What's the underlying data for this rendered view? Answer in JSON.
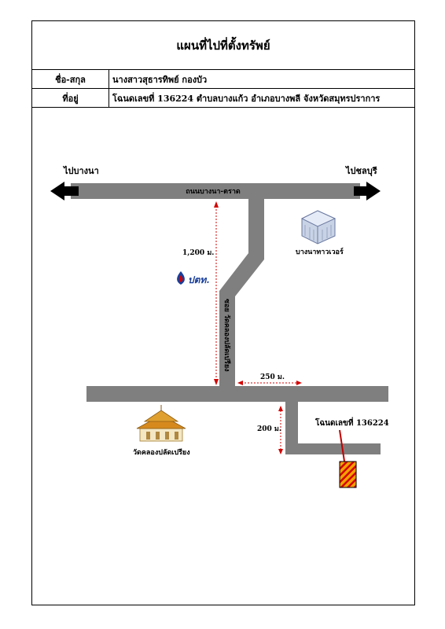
{
  "header": {
    "title": "แผนที่ไปที่ตั้งทรัพย์",
    "name_label": "ชื่อ-สกุล",
    "name_value": "นางสาวสุธารทิพย์ กองบัว",
    "address_label": "ที่อยู่",
    "address_value": "โฉนดเลขที่ 136224 ตำบลบางแก้ว อำเภอบางพลี จังหวัดสมุทรปราการ"
  },
  "map": {
    "left_direction": "ไปบางนา",
    "right_direction": "ไปชลบุรี",
    "main_road": "ถนนบางนา-ตราด",
    "soi_name": "ซอย วัดคลองปลัดเปรียง",
    "distance_main": "1,200 ม.",
    "distance_side": "250 ม.",
    "distance_branch": "200 ม.",
    "landmark_tower": "บางนาทาวเวอร์",
    "landmark_ptt": "ปตท.",
    "landmark_temple": "วัดคลองปลัดเปรียง",
    "deed_label": "โฉนดเลขที่ 136224"
  },
  "colors": {
    "road": "#7f7f7f",
    "distance_line": "#d40000",
    "arrow": "#000000",
    "pointer": "#c00000",
    "plot_fill": "#f2a200",
    "plot_stripe": "#d40000",
    "ptt_blue": "#1a3f9a"
  }
}
